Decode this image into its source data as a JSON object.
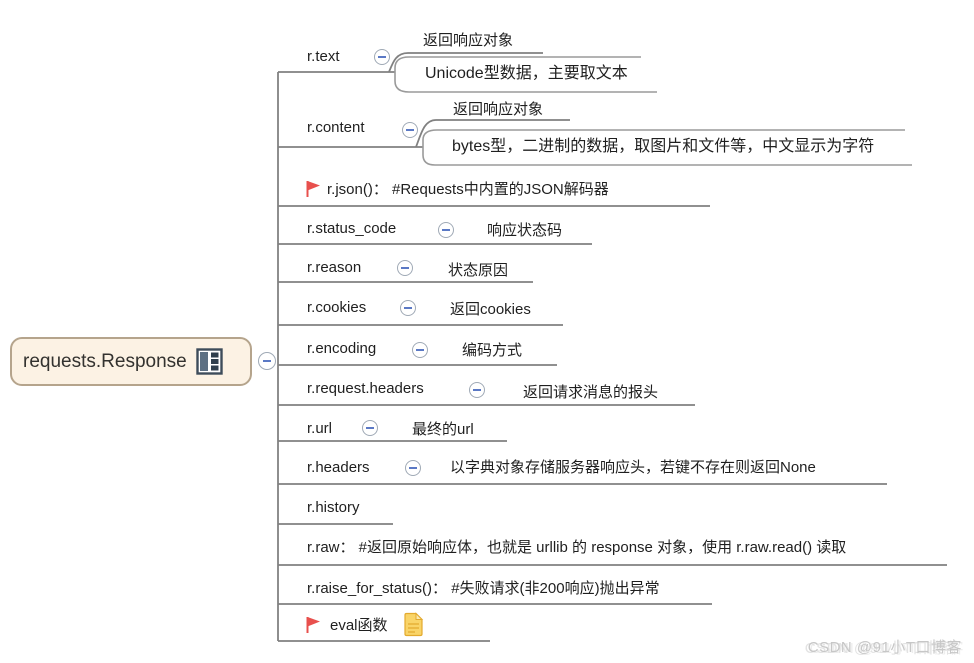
{
  "root": {
    "label": "requests.Response",
    "icon": "table-structure-icon"
  },
  "topics": {
    "r_text": {
      "label": "r.text",
      "children": {
        "c1": "返回响应对象",
        "c2": "Unicode型数据，主要取文本"
      }
    },
    "r_content": {
      "label": "r.content",
      "children": {
        "c1": "返回响应对象",
        "c2": "bytes型，二进制的数据，取图片和文件等，中文显示为字符"
      }
    },
    "r_json": {
      "label": "r.json()： #Requests中内置的JSON解码器",
      "marker": "red-flag"
    },
    "r_status_code": {
      "label": "r.status_code",
      "children": {
        "c1": "响应状态码"
      }
    },
    "r_reason": {
      "label": "r.reason",
      "children": {
        "c1": "状态原因"
      }
    },
    "r_cookies": {
      "label": "r.cookies",
      "children": {
        "c1": "返回cookies"
      }
    },
    "r_encoding": {
      "label": "r.encoding",
      "children": {
        "c1": "编码方式"
      }
    },
    "r_request_headers": {
      "label": "r.request.headers",
      "children": {
        "c1": "返回请求消息的报头"
      }
    },
    "r_url": {
      "label": "r.url",
      "children": {
        "c1": "最终的url"
      }
    },
    "r_headers": {
      "label": "r.headers",
      "children": {
        "c1": "以字典对象存储服务器响应头，若键不存在则返回None"
      }
    },
    "r_history": {
      "label": "r.history"
    },
    "r_raw": {
      "label": "r.raw： #返回原始响应体，也就是 urllib 的 response 对象，使用 r.raw.read() 读取"
    },
    "r_raise_for_status": {
      "label": "r.raise_for_status()： #失败请求(非200响应)抛出异常"
    },
    "eval_fn": {
      "label": "eval函数",
      "marker": "red-flag",
      "attachment": "yellow-note"
    }
  },
  "watermark": "CSDN @91小T口博客",
  "colors": {
    "line": "#818181",
    "bracket": "#9a9a9a",
    "root_bg": "#fcf2e4",
    "root_border": "#b5a48c",
    "collapse_minus": "#5b79c5",
    "flag_red": "#e8504d",
    "note_yellow": "#f9d468"
  }
}
